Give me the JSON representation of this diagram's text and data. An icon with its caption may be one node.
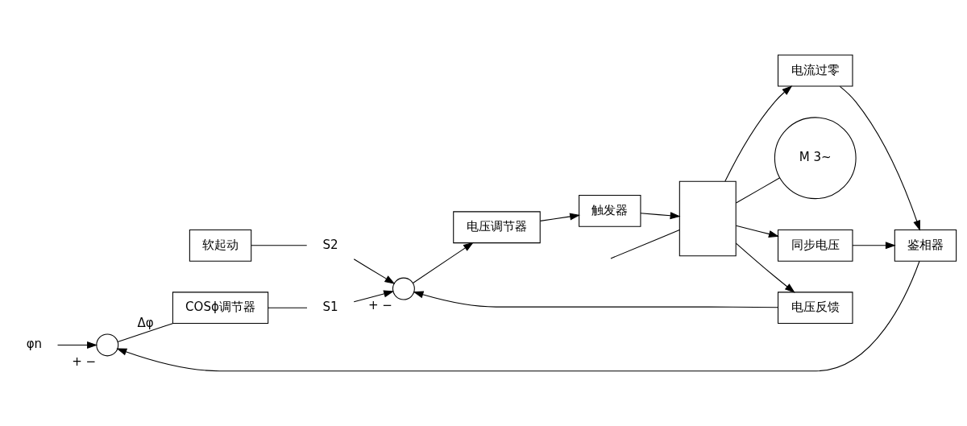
{
  "diagram": {
    "nodes": [
      {
        "text": [
          "φn"
        ]
      },
      {
        "text": [],
        "shape": "circle",
        "beside": [
          "+",
          "−"
        ]
      },
      {
        "text": [
          "COSϕ调节器"
        ]
      },
      {
        "text": [
          "S1"
        ]
      },
      {
        "text": [
          "S2"
        ]
      },
      {
        "text": [
          "软起动"
        ]
      },
      {
        "text": [],
        "shape": "circle",
        "beside": [
          "+",
          "−"
        ]
      },
      {
        "text": [
          "电压调节器"
        ]
      },
      {
        "text": [
          "触发器"
        ]
      },
      {
        "text": [],
        "shape": "box"
      },
      {
        "text": [
          "M 3~"
        ]
      },
      {
        "text": [
          "电压反馈"
        ]
      },
      {
        "text": [
          "同步电压"
        ]
      },
      {
        "text": [
          "电流过零"
        ]
      },
      {
        "text": [
          "鉴相器"
        ]
      }
    ],
    "edges": [
      {
        "from": 0,
        "to": 1,
        "arrow": "to"
      },
      {
        "from": 1,
        "to": 2,
        "arrow": "none",
        "label": "Δφ"
      },
      {
        "from": 2,
        "to": 3,
        "arrow": "none"
      },
      {
        "from": 3,
        "to": 6,
        "arrow": "to"
      },
      {
        "from": 5,
        "to": 4,
        "arrow": "none"
      },
      {
        "from": 4,
        "to": 6,
        "arrow": "to"
      },
      {
        "from": 6,
        "to": 7,
        "arrow": "to"
      },
      {
        "from": 7,
        "to": 8,
        "arrow": "to"
      },
      {
        "from": 8,
        "to": 9,
        "arrow": "to"
      },
      {
        "from": null,
        "to": 9,
        "arrow": "none"
      },
      {
        "from": 9,
        "to": 10,
        "arrow": "none"
      },
      {
        "from": 11,
        "to": 6,
        "arrow": "to"
      },
      {
        "from": 9,
        "to": 11,
        "arrow": "to"
      },
      {
        "from": 9,
        "to": 12,
        "arrow": "to"
      },
      {
        "from": 9,
        "to": 13,
        "arrow": "to"
      },
      {
        "from": 12,
        "to": 14,
        "arrow": "to"
      },
      {
        "from": 13,
        "to": 14,
        "arrow": "to"
      },
      {
        "from": 14,
        "to": 1,
        "arrow": "to"
      }
    ]
  }
}
